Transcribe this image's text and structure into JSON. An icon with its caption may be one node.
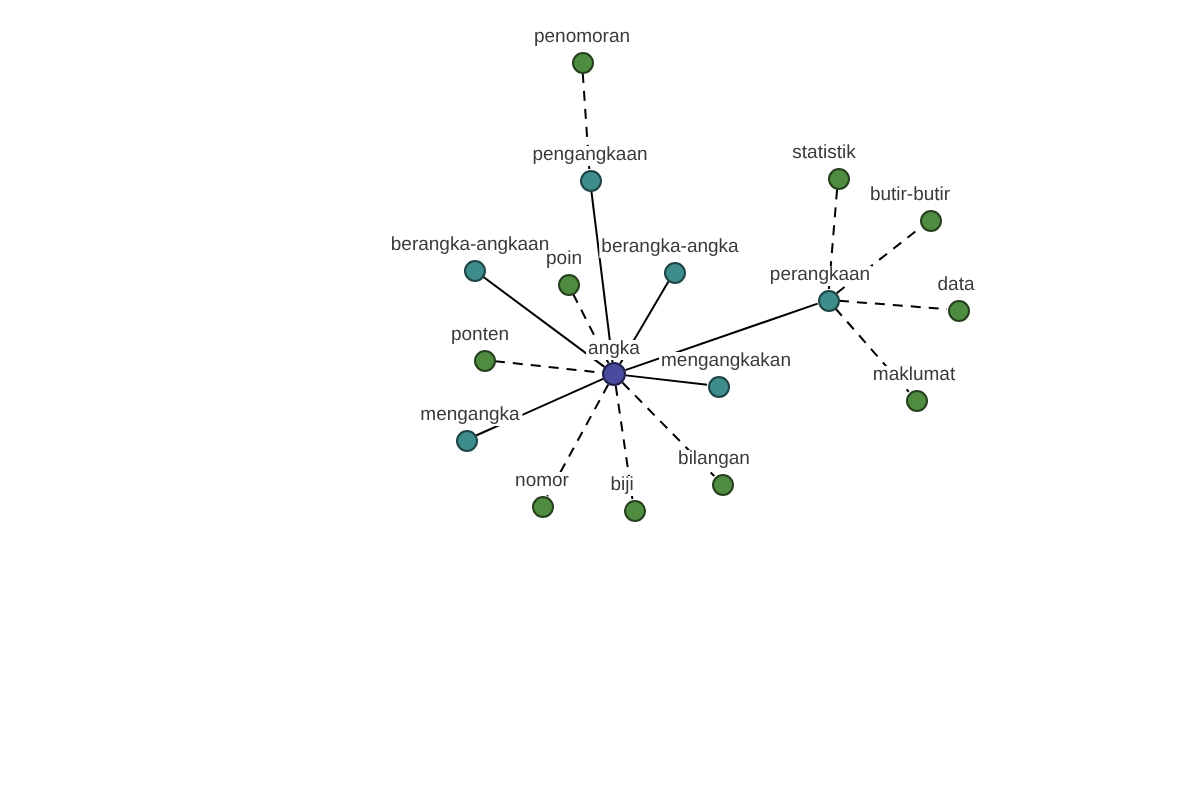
{
  "diagram": {
    "nodes": [
      {
        "text": [
          "penomoran"
        ]
      },
      {
        "text": [
          "statistik"
        ]
      },
      {
        "text": [
          "pengangkaan"
        ]
      },
      {
        "text": [
          "butir-butir"
        ]
      },
      {
        "text": [
          "berangka-angkaan"
        ]
      },
      {
        "text": [
          "berangka-angka"
        ]
      },
      {
        "text": [
          "poin"
        ]
      },
      {
        "text": [
          "perangkaan"
        ]
      },
      {
        "text": [
          "data"
        ]
      },
      {
        "text": [
          "ponten"
        ]
      },
      {
        "text": [
          "angka"
        ]
      },
      {
        "text": [
          "mengangkakan"
        ]
      },
      {
        "text": [
          "maklumat"
        ]
      },
      {
        "text": [
          "mengangka"
        ]
      },
      {
        "text": [
          "bilangan"
        ]
      },
      {
        "text": [
          "nomor"
        ]
      },
      {
        "text": [
          "biji"
        ]
      }
    ],
    "edges": [
      {
        "from": 0,
        "to": 2,
        "arrow": "none",
        "style": "dashed"
      },
      {
        "from": 2,
        "to": 10,
        "arrow": "none"
      },
      {
        "from": 4,
        "to": 10,
        "arrow": "none"
      },
      {
        "from": 5,
        "to": 10,
        "arrow": "none"
      },
      {
        "from": 6,
        "to": 10,
        "arrow": "none",
        "style": "dashed"
      },
      {
        "from": 9,
        "to": 10,
        "arrow": "none",
        "style": "dashed"
      },
      {
        "from": 10,
        "to": 7,
        "arrow": "none"
      },
      {
        "from": 10,
        "to": 11,
        "arrow": "none"
      },
      {
        "from": 10,
        "to": 13,
        "arrow": "none"
      },
      {
        "from": 10,
        "to": 15,
        "arrow": "none",
        "style": "dashed"
      },
      {
        "from": 10,
        "to": 16,
        "arrow": "none",
        "style": "dashed"
      },
      {
        "from": 10,
        "to": 14,
        "arrow": "none",
        "style": "dashed"
      },
      {
        "from": 7,
        "to": 1,
        "arrow": "none",
        "style": "dashed"
      },
      {
        "from": 7,
        "to": 3,
        "arrow": "none",
        "style": "dashed"
      },
      {
        "from": 7,
        "to": 8,
        "arrow": "none",
        "style": "dashed"
      },
      {
        "from": 7,
        "to": 12,
        "arrow": "none",
        "style": "dashed"
      }
    ]
  }
}
